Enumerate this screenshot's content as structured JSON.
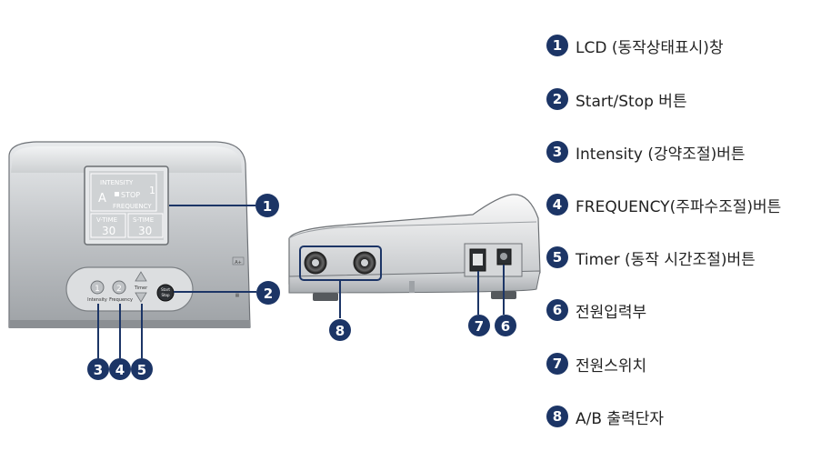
{
  "lcd": {
    "intensity_label": "INTENSITY",
    "mode": "A",
    "intensity_value": "1",
    "status": "STOP",
    "frequency_label": "FREQUENCY",
    "v_time_label": "V-TIME",
    "v_time_value": "30",
    "s_time_label": "S-TIME",
    "s_time_value": "30"
  },
  "panel": {
    "btn1": "1",
    "btn2": "2",
    "intensity_text": "Intensity",
    "frequency_text": "Frequency",
    "timer_text": "Timer",
    "start_stop_text_1": "Start",
    "start_stop_text_2": "Stop",
    "grade_mark": "A+"
  },
  "callouts": [
    "1",
    "2",
    "3",
    "4",
    "5",
    "6",
    "7",
    "8"
  ],
  "legend": [
    {
      "num": "1",
      "text": "LCD (동작상태표시)창"
    },
    {
      "num": "2",
      "text": "Start/Stop 버튼"
    },
    {
      "num": "3",
      "text": "Intensity (강약조절)버튼"
    },
    {
      "num": "4",
      "text": "FREQUENCY(주파수조절)버튼"
    },
    {
      "num": "5",
      "text": "Timer (동작 시간조절)버튼"
    },
    {
      "num": "6",
      "text": "전원입력부"
    },
    {
      "num": "7",
      "text": "전원스위치"
    },
    {
      "num": "8",
      "text": "A/B 출력단자"
    }
  ],
  "colors": {
    "callout_badge": "#1c3566",
    "device_body": "#b9bcc0",
    "lcd_screen": "#cfd2d4"
  }
}
